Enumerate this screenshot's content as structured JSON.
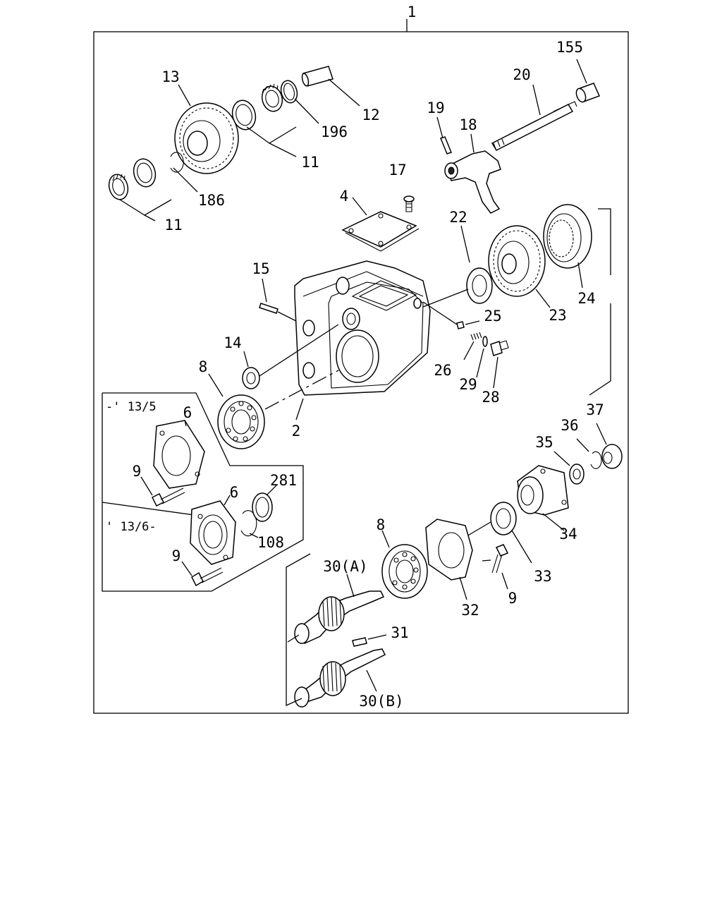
{
  "diagram": {
    "assembly_label": "1",
    "callouts": {
      "c2": "2",
      "c4": "4",
      "c6a": "6",
      "c6b": "6",
      "c8a": "8",
      "c8b": "8",
      "c9a": "9",
      "c9b": "9",
      "c9c": "9",
      "c11a": "11",
      "c11b": "11",
      "c12": "12",
      "c13": "13",
      "c14": "14",
      "c15": "15",
      "c17": "17",
      "c18": "18",
      "c19": "19",
      "c20": "20",
      "c22": "22",
      "c23": "23",
      "c24": "24",
      "c25": "25",
      "c26": "26",
      "c28": "28",
      "c29": "29",
      "c30a": "30(A)",
      "c30b": "30(B)",
      "c31": "31",
      "c32": "32",
      "c33": "33",
      "c34": "34",
      "c35": "35",
      "c36": "36",
      "c37": "37",
      "c108": "108",
      "c155": "155",
      "c186": "186",
      "c196": "196",
      "c281": "281"
    },
    "inset": {
      "upper_range": "-' 13/5",
      "lower_range": "' 13/6-"
    }
  }
}
